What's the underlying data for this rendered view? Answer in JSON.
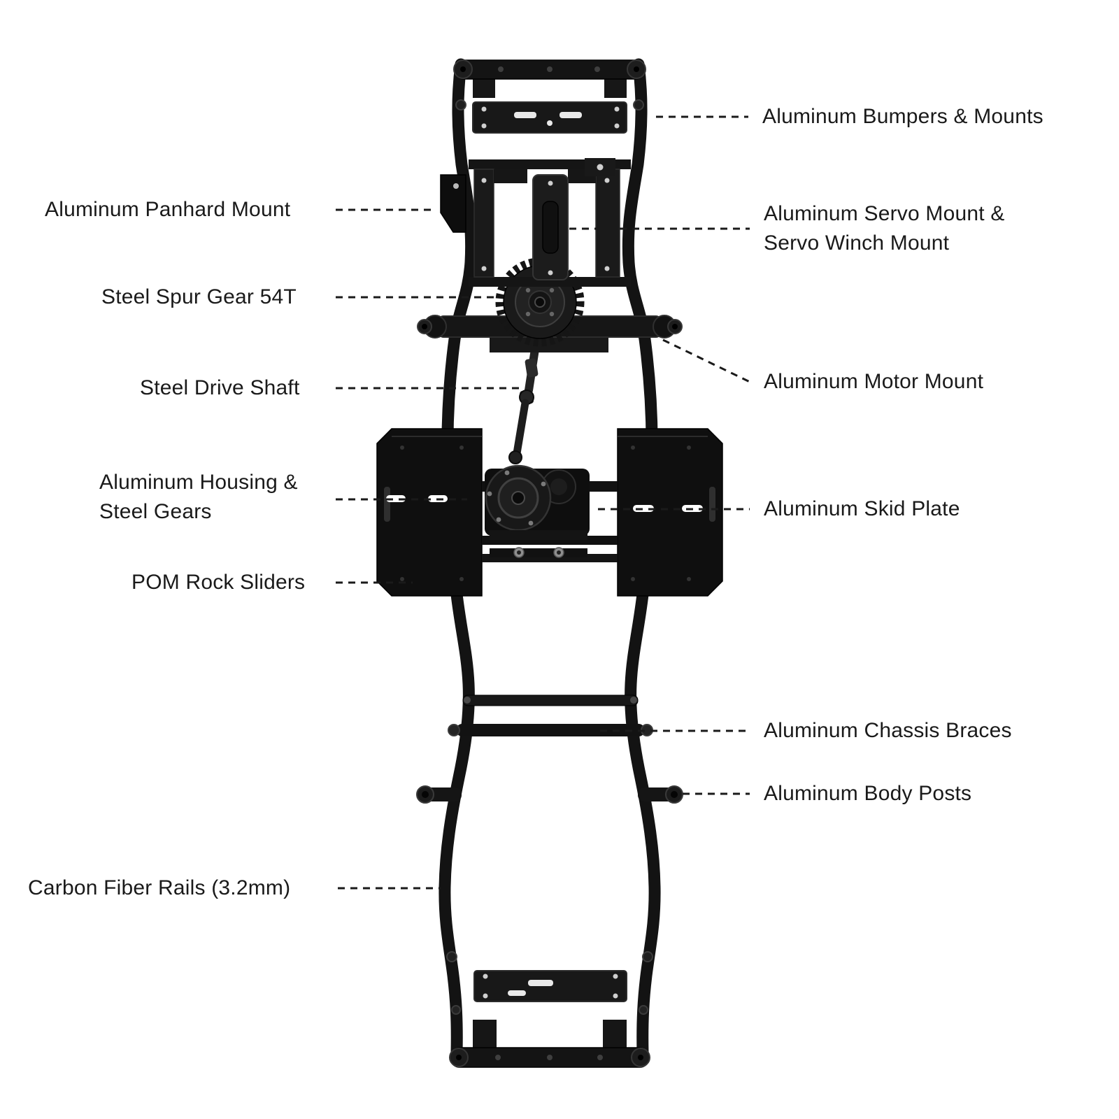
{
  "colors": {
    "background": "#ffffff",
    "label_text": "#1a1a1a",
    "leader_line": "#1a1a1a",
    "chassis_primary": "#141414",
    "chassis_secondary": "#2b2b2b",
    "hardware_accent": "#d9d9d9"
  },
  "labels": [
    {
      "id": "bumpers",
      "side": "right",
      "text": "Aluminum Bumpers & Mounts"
    },
    {
      "id": "panhard",
      "side": "left",
      "text": "Aluminum Panhard Mount"
    },
    {
      "id": "servo",
      "side": "right",
      "line1": "Aluminum Servo Mount &",
      "line2": "Servo Winch Mount"
    },
    {
      "id": "spur-gear",
      "side": "left",
      "text": "Steel Spur Gear 54T"
    },
    {
      "id": "motor-mount",
      "side": "right",
      "text": "Aluminum Motor Mount"
    },
    {
      "id": "drive-shaft",
      "side": "left",
      "text": "Steel Drive Shaft"
    },
    {
      "id": "housing",
      "side": "left",
      "line1": "Aluminum Housing &",
      "line2": "Steel Gears"
    },
    {
      "id": "skid-plate",
      "side": "right",
      "text": "Aluminum Skid Plate"
    },
    {
      "id": "rock-sliders",
      "side": "left",
      "text": "POM Rock Sliders"
    },
    {
      "id": "chassis-braces",
      "side": "right",
      "text": "Aluminum Chassis Braces"
    },
    {
      "id": "body-posts",
      "side": "right",
      "text": "Aluminum Body Posts"
    },
    {
      "id": "rails",
      "side": "left",
      "text": "Carbon Fiber Rails (3.2mm)"
    }
  ]
}
